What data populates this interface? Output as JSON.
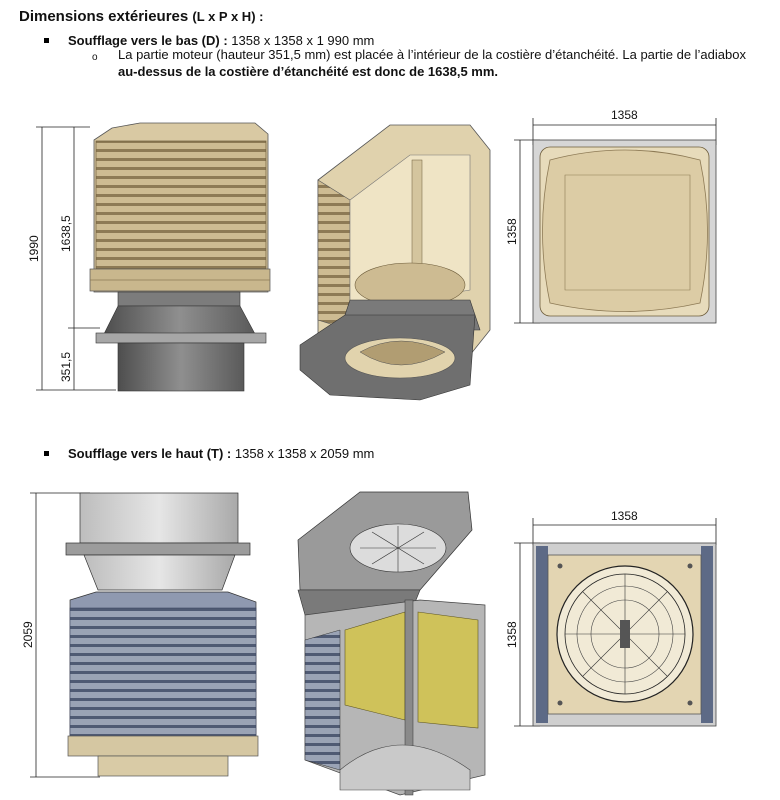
{
  "heading": {
    "main": "Dimensions extérieures",
    "suffix": "(L x P x H) :"
  },
  "section_down": {
    "label": "Soufflage vers le bas (D) :",
    "value": "1358 x 1358 x 1 990 mm",
    "note_start": "La partie moteur (hauteur 351,5 mm) est placée à l’intérieur de la costière d’étanchéité. La partie de l’adiabox ",
    "note_bold": "au-dessus de la costière d’étanchéité est donc de 1638,5 mm.",
    "dims": {
      "total": "1990",
      "upper": "1638,5",
      "lower": "351,5",
      "width": "1358",
      "depth": "1358"
    }
  },
  "section_up": {
    "label": "Soufflage vers le haut (T) :",
    "value": "1358 x 1358 x 2059 mm",
    "dims": {
      "total": "2059",
      "width": "1358",
      "depth": "1358"
    }
  },
  "colors": {
    "beige": "#d9c9a3",
    "beige_dark": "#a8956b",
    "grey": "#8a8a8a",
    "grey_dark": "#5a5a5a",
    "blue_grey": "#5d6a86",
    "yellow": "#cfc25a"
  }
}
